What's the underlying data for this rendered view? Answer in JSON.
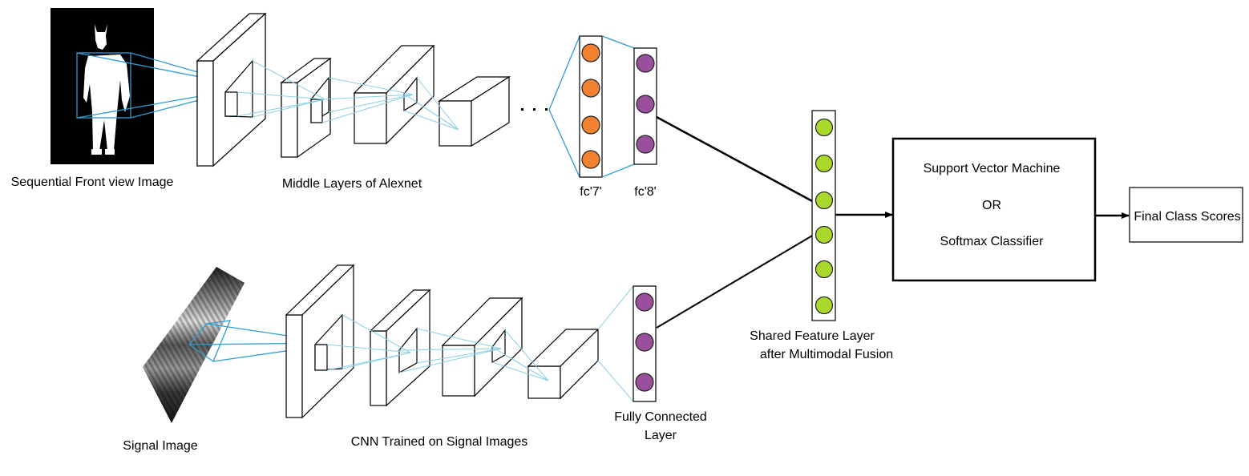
{
  "labels": {
    "front_image": "Sequential Front view Image",
    "middle_layers": "Middle Layers of Alexnet",
    "fc7": "fc'7'",
    "fc8": "fc'8'",
    "signal_image": "Signal Image",
    "cnn_signal": "CNN Trained on Signal Images",
    "fully_connected_1": "Fully Connected",
    "fully_connected_2": "Layer",
    "shared_1": "Shared Feature Layer",
    "shared_2": "after Multimodal Fusion",
    "classifier_1": "Support Vector Machine",
    "classifier_or": "OR",
    "classifier_2": "Softmax Classifier",
    "final": "Final Class Scores"
  },
  "colors": {
    "fc7_neuron": "#f28130",
    "fc8_neuron": "#9a4f9c",
    "shared_neuron": "#a8d82c",
    "connector_blue": "#2e9bd3",
    "connector_light": "#8ccfe6"
  },
  "icons": {
    "front_image": "human-silhouette-icon",
    "signal_image": "signal-texture-icon"
  }
}
